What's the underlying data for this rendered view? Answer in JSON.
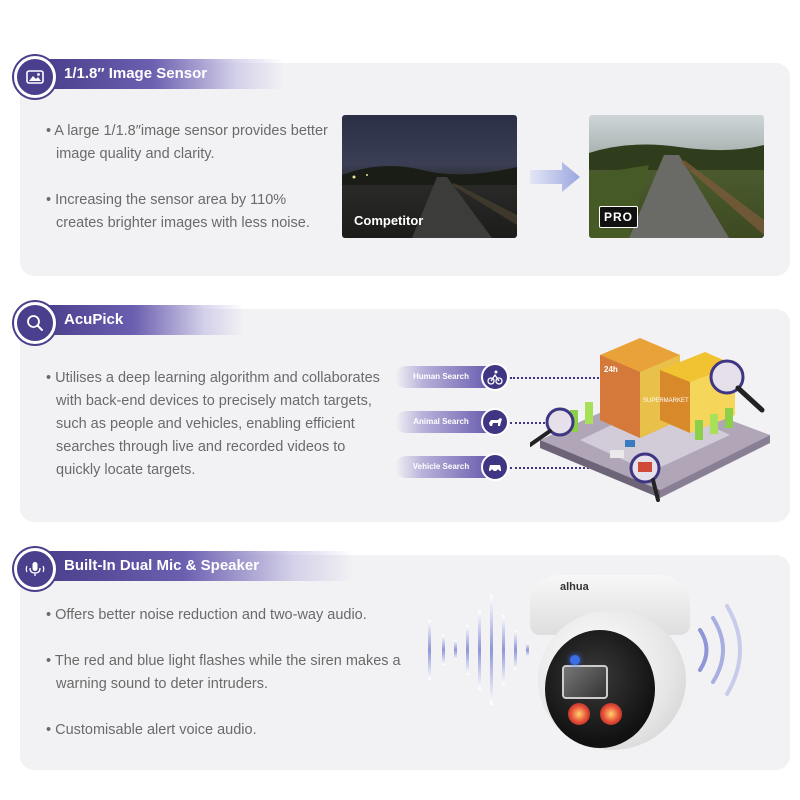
{
  "sections": [
    {
      "title": "1/1.8″ Image Sensor",
      "icon": "image-icon",
      "bullets": [
        "• A large 1/1.8″image sensor provides better image quality and clarity.",
        "• Increasing the sensor area by 110% creates brighter images with less noise."
      ],
      "comparison": {
        "left_label": "Competitor",
        "right_badge": "PRO"
      }
    },
    {
      "title": "AcuPick",
      "icon": "magnifier-icon",
      "bullets": [
        "• Utilises a deep learning algorithm and collaborates with back-end devices to precisely match targets, such as people and vehicles, enabling efficient searches through live and recorded videos to quickly locate targets."
      ],
      "search_tags": [
        "Human Search",
        "Animal Search",
        "Vehicle Search"
      ],
      "scene_signs": [
        "24h",
        "SUPERMARKET"
      ]
    },
    {
      "title": "Built-In Dual Mic & Speaker",
      "icon": "microphone-icon",
      "bullets": [
        "• Offers better noise reduction and two-way audio.",
        "• The red and blue light flashes while the siren makes a warning sound to deter intruders.",
        "• Customisable alert voice audio."
      ],
      "camera_brand": "alhua"
    }
  ],
  "colors": {
    "accent": "#4a3f8c",
    "card_bg": "#f2f2f4",
    "text": "#6a6a6a"
  }
}
